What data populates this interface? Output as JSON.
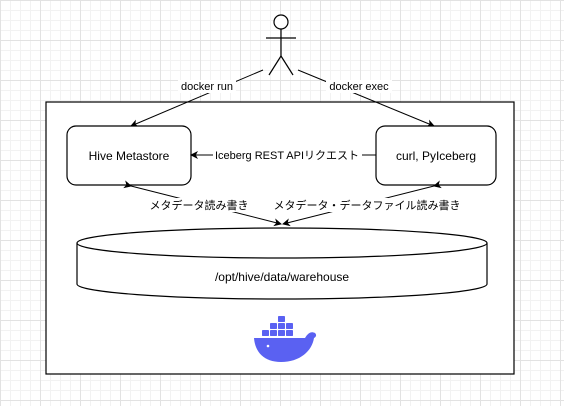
{
  "edges": {
    "docker_run": "docker run",
    "docker_exec": "docker exec",
    "iceberg_rest": "Iceberg REST APIリクエスト",
    "metadata_rw": "メタデータ読み書き",
    "metadata_data_rw": "メタデータ・データファイル読み書き"
  },
  "nodes": {
    "hive_metastore": "Hive Metastore",
    "client": "curl, PyIceberg",
    "warehouse": "/opt/hive/data/warehouse"
  },
  "icons": {
    "actor": "stick-figure-icon",
    "docker": "docker-whale-icon"
  },
  "colors": {
    "docker_blue": "#5a61f2",
    "stroke": "#000000"
  }
}
